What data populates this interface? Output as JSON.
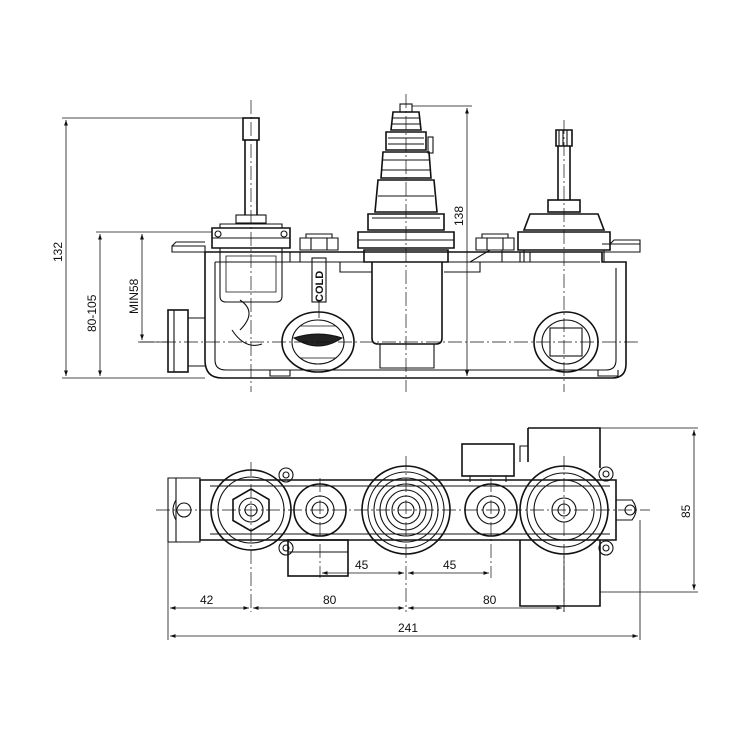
{
  "diagram": {
    "front_view": {
      "dim_overall_height": "132",
      "dim_wall_depth": "80-105",
      "dim_min_depth": "MIN58",
      "dim_cartridge_height": "138",
      "label_cold": "COLD"
    },
    "top_view": {
      "dim_inner_left": "45",
      "dim_inner_right": "45",
      "dim_left_offset": "42",
      "dim_spacing_left": "80",
      "dim_spacing_right": "80",
      "dim_total_width": "241",
      "dim_depth": "85"
    }
  }
}
